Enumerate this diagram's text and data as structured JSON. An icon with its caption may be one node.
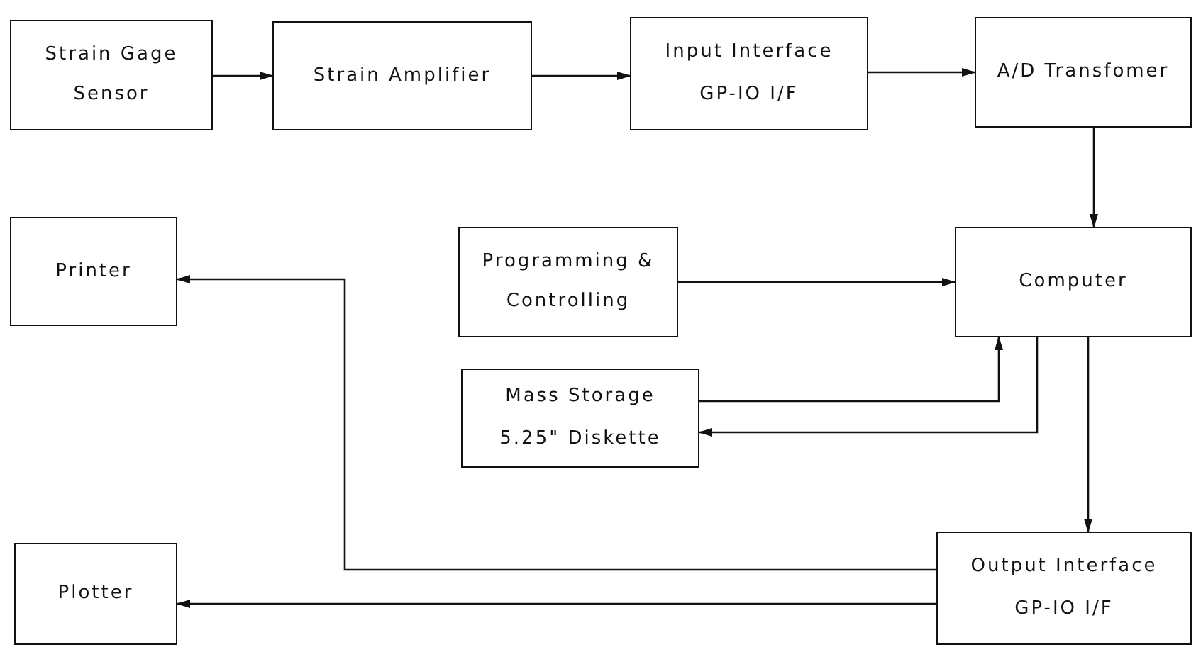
{
  "diagram": {
    "nodes": [
      {
        "text": [
          "Strain Gage Sensor"
        ]
      },
      {
        "text": [
          "Strain Amplifier"
        ]
      },
      {
        "text": [
          "Input Interface",
          "GP-IO I/F"
        ]
      },
      {
        "text": [
          "A/D Transfomer"
        ]
      },
      {
        "text": [
          "Printer"
        ]
      },
      {
        "text": [
          "Programming & Controlling"
        ]
      },
      {
        "text": [
          "Computer"
        ]
      },
      {
        "text": [
          "Mass Storage",
          "5.25\" Diskette"
        ]
      },
      {
        "text": [
          "Plotter"
        ]
      },
      {
        "text": [
          "Output Interface",
          "GP-IO I/F"
        ]
      }
    ],
    "edges": [
      {
        "from": 0,
        "to": 1,
        "arrow": "to"
      },
      {
        "from": 1,
        "to": 2,
        "arrow": "to"
      },
      {
        "from": 2,
        "to": 3,
        "arrow": "to"
      },
      {
        "from": 3,
        "to": 6,
        "arrow": "to"
      },
      {
        "from": 5,
        "to": 6,
        "arrow": "to"
      },
      {
        "from": 7,
        "to": 6,
        "arrow": "to"
      },
      {
        "from": 6,
        "to": 7,
        "arrow": "to"
      },
      {
        "from": 6,
        "to": 9,
        "arrow": "to"
      },
      {
        "from": 9,
        "to": 4,
        "arrow": "to"
      },
      {
        "from": 9,
        "to": 8,
        "arrow": "to"
      }
    ]
  }
}
